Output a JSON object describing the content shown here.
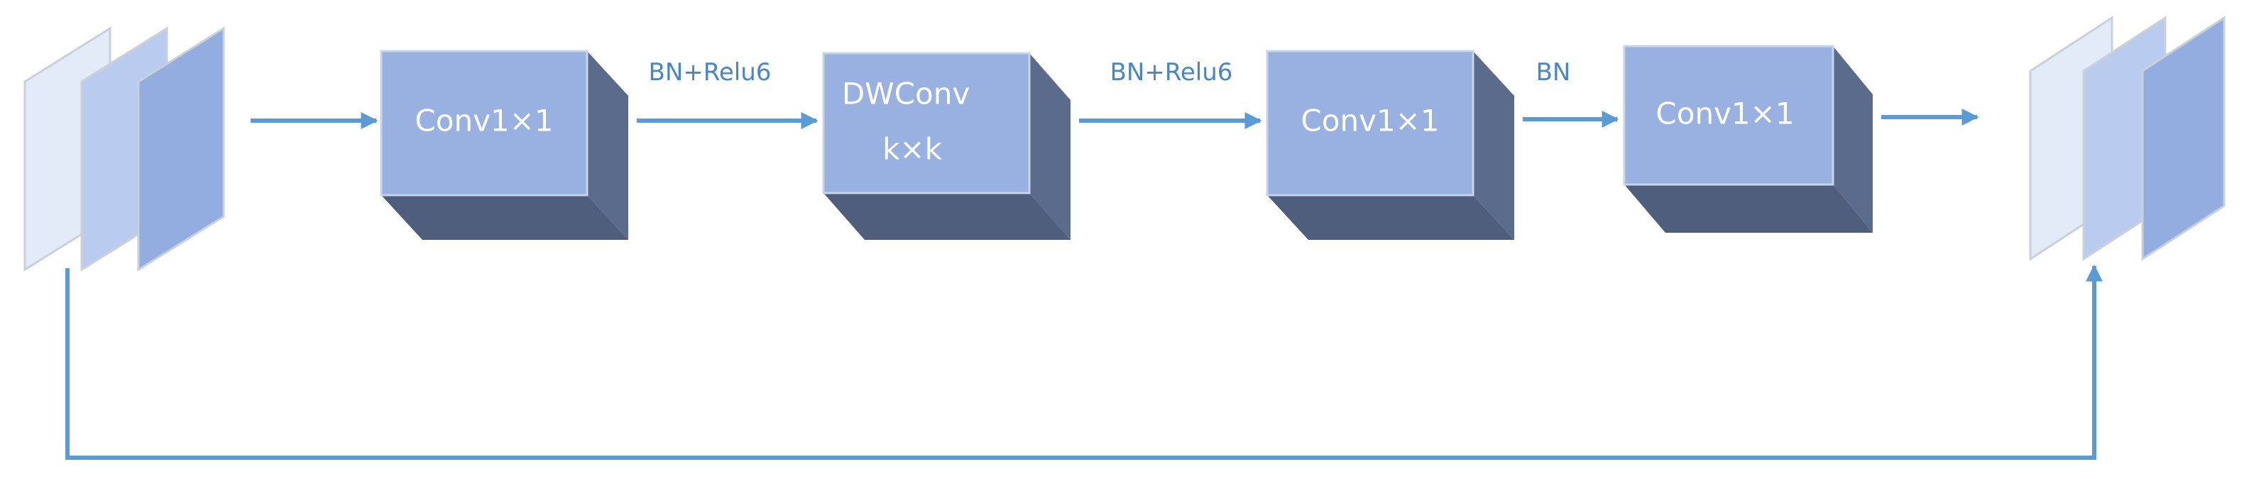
{
  "colors": {
    "front": "#98b1e0",
    "side": "#5b6b8c",
    "bottom": "#4f5e7d",
    "arrow": "#5b9bd5",
    "edge_text": "#4a86c5",
    "block_text": "#ffffff",
    "sheet_light": "#e3eaf8",
    "sheet_mid": "#b9cbee",
    "sheet_dark": "#93ade0",
    "sheet_edge": "#c9d0da"
  },
  "blocks": [
    {
      "id": "conv1",
      "lines": [
        "Conv1×1"
      ]
    },
    {
      "id": "dwconv",
      "lines": [
        "DWConv",
        "k×k"
      ]
    },
    {
      "id": "conv2",
      "lines": [
        "Conv1×1"
      ]
    },
    {
      "id": "conv3",
      "lines": [
        "Conv1×1"
      ]
    }
  ],
  "edge_labels": [
    "BN+Relu6",
    "BN+Relu6",
    "BN"
  ],
  "icons": [
    "input-feature-map-icon",
    "output-feature-map-icon",
    "residual-connection-arrow"
  ]
}
